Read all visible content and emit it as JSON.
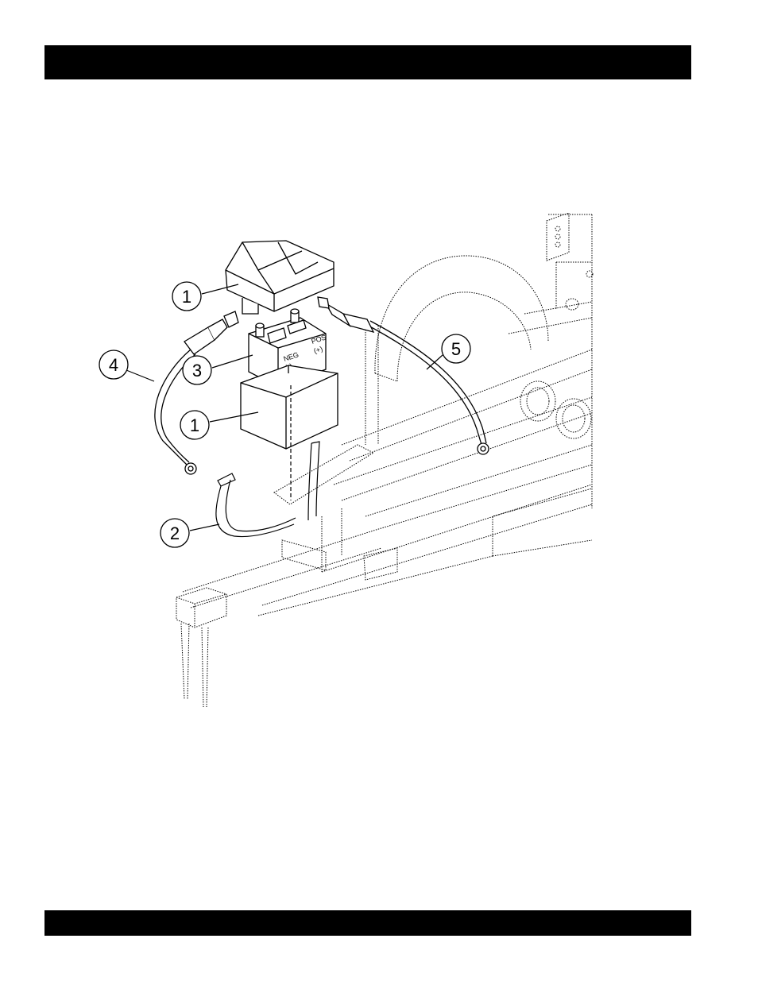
{
  "colors": {
    "bar": "#000000",
    "line": "#000000",
    "background": "#ffffff"
  },
  "battery": {
    "neg_label": "NEG",
    "neg_sign": "(-)",
    "pos_label": "POS",
    "pos_sign": "(+)"
  },
  "callouts": [
    {
      "id": "cover",
      "number": "1"
    },
    {
      "id": "battery",
      "number": "3"
    },
    {
      "id": "box",
      "number": "1"
    },
    {
      "id": "negative-cable",
      "number": "4"
    },
    {
      "id": "strap",
      "number": "2"
    },
    {
      "id": "positive-cable",
      "number": "5"
    }
  ]
}
